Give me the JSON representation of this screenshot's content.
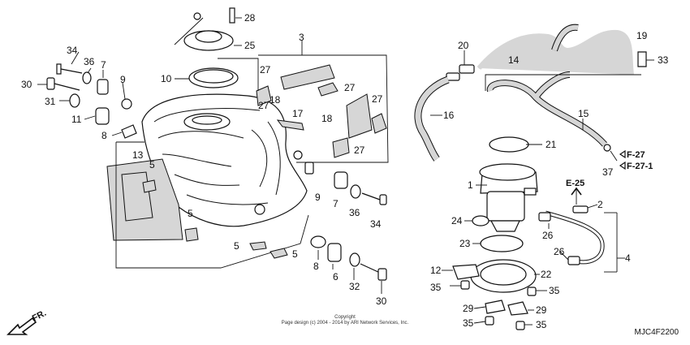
{
  "callouts": [
    "28",
    "25",
    "3",
    "34",
    "36",
    "7",
    "9",
    "30",
    "10",
    "27",
    "27",
    "18",
    "27",
    "17",
    "31",
    "11",
    "8",
    "27",
    "18",
    "27",
    "13",
    "5",
    "9",
    "7",
    "36",
    "34",
    "5",
    "5",
    "5",
    "8",
    "6",
    "32",
    "30",
    "20",
    "19",
    "14",
    "33",
    "16",
    "15",
    "21",
    "1",
    "E-25",
    "2",
    "24",
    "26",
    "23",
    "26",
    "4",
    "12",
    "22",
    "35",
    "35",
    "29",
    "29",
    "35",
    "35"
  ],
  "refs": {
    "f27": "F-27",
    "f271": "F-27-1",
    "num37": "37"
  },
  "front_label": "FR.",
  "copyright_line1": "Copyright",
  "copyright_line2": "Page design (c) 2004 - 2014 by ARI Network Services, Inc.",
  "drawing_code": "MJC4F2200"
}
